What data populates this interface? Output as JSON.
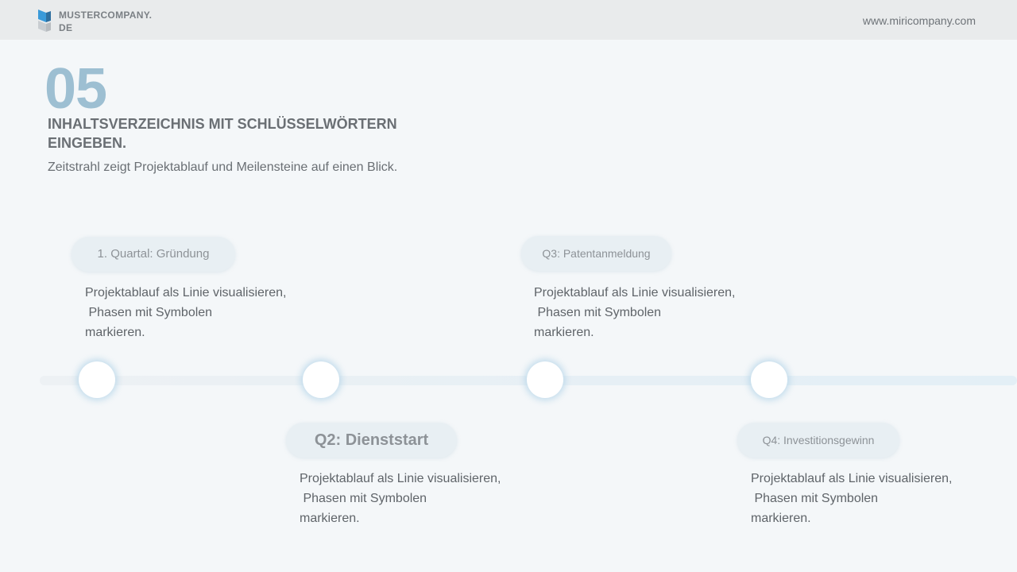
{
  "header": {
    "logo_text": "MUSTERCOMPANY.DE",
    "site_url": "www.miricompany.com"
  },
  "section": {
    "number": "05",
    "title": "INHALTSVERZEICHNIS MIT SCHLÜSSELWÖRTERN EINGEBEN.",
    "subtitle": "Zeitstrahl zeigt Projektablauf und Meilensteine auf einen Blick."
  },
  "milestones": [
    {
      "label": "1. Quartal: Gründung",
      "description": "Projektablauf als Linie visualisieren,\n Phasen mit Symbolen\nmarkieren."
    },
    {
      "label": "Q2: Dienststart",
      "description": "Projektablauf als Linie visualisieren,\n Phasen mit Symbolen\nmarkieren."
    },
    {
      "label": "Q3: Patentanmeldung",
      "description": "Projektablauf als Linie visualisieren,\n Phasen mit Symbolen\nmarkieren."
    },
    {
      "label": "Q4: Investitionsgewinn",
      "description": "Projektablauf als Linie visualisieren,\n Phasen mit Symbolen\nmarkieren."
    }
  ],
  "colors": {
    "accent_number": "#9dbfd2",
    "logo_blue": "#3a9ad9",
    "logo_dark": "#2f6f9f",
    "logo_grey": "#b8bcc0"
  }
}
